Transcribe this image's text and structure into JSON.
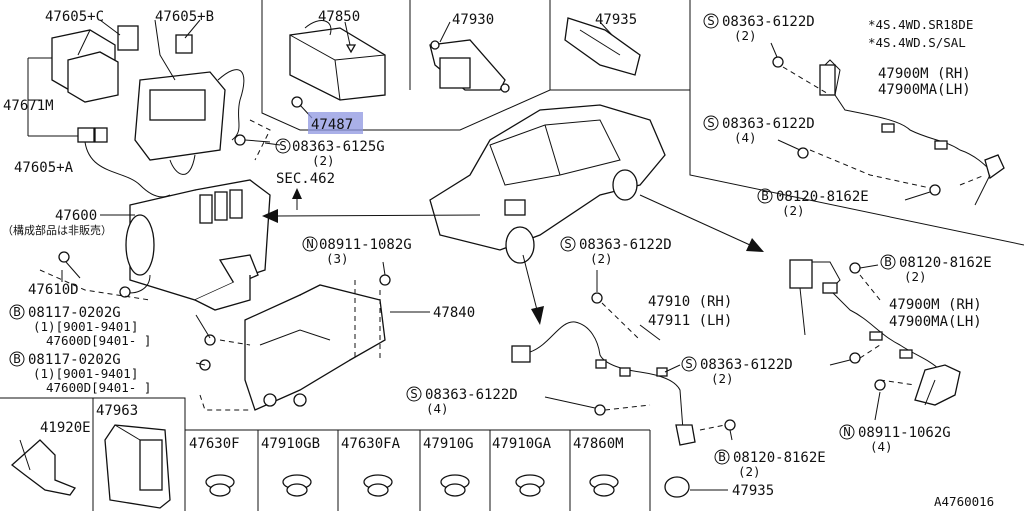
{
  "diagram_id": "A4760016",
  "notes": [
    "*4S.4WD.SR18DE",
    "*4S.4WD.S/SAL"
  ],
  "sec_ref": "SEC.462",
  "assembly_note": "（構成部品は非販売）",
  "highlighted_part": "47487",
  "labels": {
    "p47605c": "47605+C",
    "p47605b": "47605+B",
    "p47671m": "47671M",
    "p47605a": "47605+A",
    "p47850": "47850",
    "p47487": "47487",
    "p47930": "47930",
    "p47935_top": "47935",
    "s6125g": "08363-6125G",
    "s6125g_qty": "(2)",
    "p47600": "47600",
    "n1082g": "08911-1082G",
    "n1082g_qty": "(3)",
    "p47610d": "47610D",
    "b0202g_1": "08117-0202G",
    "b0202g_1_l1": "(1)[9001-9401]",
    "b0202g_1_l2": "47600D[9401-   ]",
    "b0202g_2": "08117-0202G",
    "b0202g_2_l1": "(1)[9001-9401]",
    "b0202g_2_l2": "47600D[9401-   ]",
    "p47840": "47840",
    "s6122d_tr1": "08363-6122D",
    "s6122d_tr1_qty": "(2)",
    "s6122d_tr2": "08363-6122D",
    "s6122d_tr2_qty": "(4)",
    "p47900m_rh_top": "47900M (RH)",
    "p47900ma_lh_top": "47900MA(LH)",
    "b8162e_tr": "08120-8162E",
    "b8162e_tr_qty": "(2)",
    "b8162e_r": "08120-8162E",
    "b8162e_r_qty": "(2)",
    "p47900m_rh": "47900M (RH)",
    "p47900ma_lh": "47900MA(LH)",
    "s6122d_c": "08363-6122D",
    "s6122d_c_qty": "(2)",
    "p47910_rh": "47910 (RH)",
    "p47911_lh": "47911 (LH)",
    "s6122d_c2": "08363-6122D",
    "s6122d_c2_qty": "(2)",
    "s6122d_c3": "08363-6122D",
    "s6122d_c3_qty": "(4)",
    "n1062g": "08911-1062G",
    "n1062g_qty": "(4)",
    "b8162e_b": "08120-8162E",
    "b8162e_b_qty": "(2)",
    "p47935_bot": "47935",
    "p41920e": "41920E",
    "p47963": "47963",
    "c47630f": "47630F",
    "c47910gb": "47910GB",
    "c47630fa": "47630FA",
    "c47910g": "47910G",
    "c47910ga": "47910GA",
    "c47860m": "47860M"
  },
  "symbols": {
    "s": "S",
    "n": "N",
    "b": "B"
  }
}
